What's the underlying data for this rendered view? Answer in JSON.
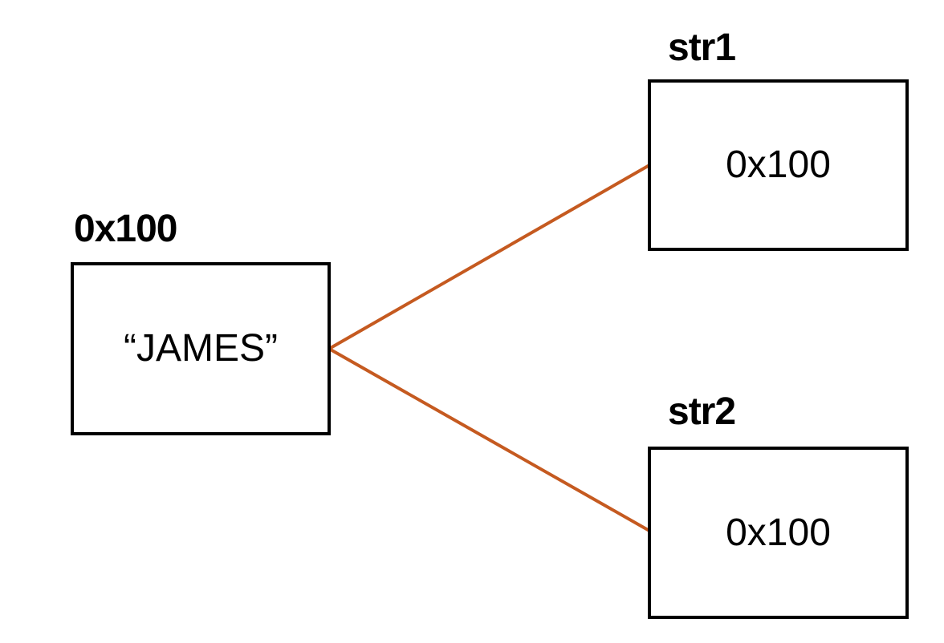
{
  "heap_object": {
    "address_label": "0x100",
    "value": "“JAMES”"
  },
  "references": [
    {
      "name": "str1",
      "value": "0x100"
    },
    {
      "name": "str2",
      "value": "0x100"
    }
  ],
  "colors": {
    "connector": "#c55a20",
    "box_border": "#000000",
    "text": "#000000"
  }
}
